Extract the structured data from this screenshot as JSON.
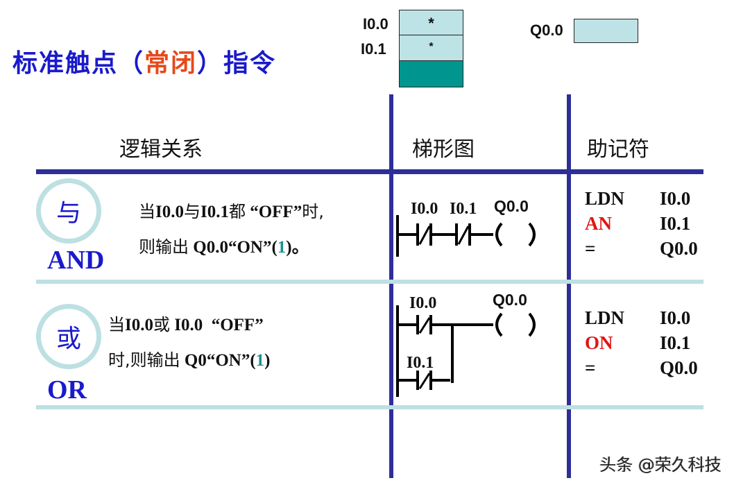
{
  "title": {
    "prefix": "标准触点（",
    "highlight": "常闭",
    "suffix": "）指令"
  },
  "io_diagram": {
    "inputs": [
      {
        "label": "I0.0",
        "value": "*"
      },
      {
        "label": "I0.1",
        "value": "*"
      }
    ],
    "output": {
      "label": "Q0.0",
      "value": ""
    },
    "colors": {
      "cell": "#bde3e6",
      "result_cell": "#00968f"
    }
  },
  "table": {
    "headers": {
      "logic": "逻辑关系",
      "ladder": "梯形图",
      "mnemonic": "助记符"
    },
    "rows": [
      {
        "symbol": "与",
        "english": "AND",
        "desc_line1": [
          "当",
          "I0.0",
          "与",
          "I0.1",
          "都",
          "“OFF”",
          "时,"
        ],
        "desc_line2": [
          "则输出",
          "Q0.0“ON”(",
          "1",
          ")。"
        ],
        "ladder": {
          "contacts": [
            "I0.0",
            "I0.1"
          ],
          "coil": "Q0.0",
          "type": "series-NC"
        },
        "mnemonics": [
          {
            "op": "LDN",
            "arg": "I0.0",
            "highlight": false
          },
          {
            "op": "AN",
            "arg": "I0.1",
            "highlight": true
          },
          {
            "op": "=",
            "arg": "Q0.0",
            "highlight": false
          }
        ]
      },
      {
        "symbol": "或",
        "english": "OR",
        "desc_line1": [
          "当",
          "I0.0",
          "或",
          "I0.0",
          "“OFF”"
        ],
        "desc_line2": [
          "时,则输出",
          "Q0“ON”(",
          "1",
          ")"
        ],
        "ladder": {
          "contacts": [
            "I0.0",
            "I0.1"
          ],
          "coil": "Q0.0",
          "type": "parallel-NC"
        },
        "mnemonics": [
          {
            "op": "LDN",
            "arg": "I0.0",
            "highlight": false
          },
          {
            "op": "ON",
            "arg": "I0.1",
            "highlight": true
          },
          {
            "op": "=",
            "arg": "Q0.0",
            "highlight": false
          }
        ]
      }
    ]
  },
  "watermark": "头条 @荣久科技",
  "colors": {
    "title_blue": "#1a1acc",
    "title_highlight": "#e8481a",
    "grid_line": "#2e2e99",
    "separator": "#bde0e2",
    "mnemonic_highlight": "#e01515",
    "teal_digit": "#1a9090"
  }
}
